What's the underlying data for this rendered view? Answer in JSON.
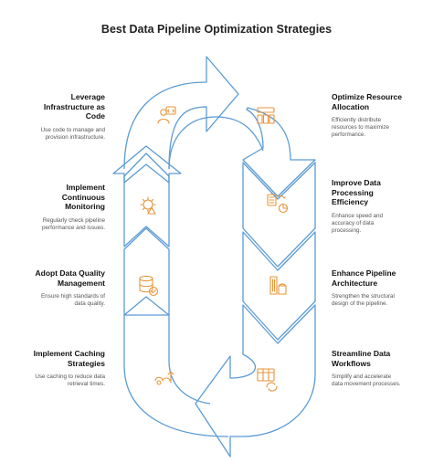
{
  "title": "Best Data Pipeline Optimization Strategies",
  "left_items": [
    {
      "heading": "Leverage Infrastructure as Code",
      "heading_lines": [
        "Leverage",
        "Infrastructure as",
        "Code"
      ],
      "description_lines": [
        "Use code to manage and",
        "provision infrastructure."
      ],
      "icon": "developer-code-icon"
    },
    {
      "heading": "Implement Continuous Monitoring",
      "heading_lines": [
        "Implement",
        "Continuous",
        "Monitoring"
      ],
      "description_lines": [
        "Regularly check pipeline",
        "performance and issues."
      ],
      "icon": "gear-warning-icon"
    },
    {
      "heading": "Adopt Data Quality Management",
      "heading_lines": [
        "Adopt Data Quality",
        "Management"
      ],
      "description_lines": [
        "Ensure high standards of",
        "data quality."
      ],
      "icon": "database-check-icon"
    },
    {
      "heading": "Implement Caching Strategies",
      "heading_lines": [
        "Implement Caching",
        "Strategies"
      ],
      "description_lines": [
        "Use caching to reduce data",
        "retrieval times."
      ],
      "icon": "cache-upload-icon"
    }
  ],
  "right_items": [
    {
      "heading": "Optimize Resource Allocation",
      "heading_lines": [
        "Optimize Resource",
        "Allocation"
      ],
      "description_lines": [
        "Efficiently distribute",
        "resources to maximize",
        "performance."
      ],
      "icon": "server-stack-icon"
    },
    {
      "heading": "Improve Data Processing Efficiency",
      "heading_lines": [
        "Improve Data",
        "Processing",
        "Efficiency"
      ],
      "description_lines": [
        "Enhance speed and",
        "accuracy of data",
        "processing."
      ],
      "icon": "document-chart-icon"
    },
    {
      "heading": "Enhance Pipeline Architecture",
      "heading_lines": [
        "Enhance Pipeline",
        "Architecture"
      ],
      "description_lines": [
        "Strengthen the structural",
        "design of the pipeline."
      ],
      "icon": "building-icon"
    },
    {
      "heading": "Streamline Data Workflows",
      "heading_lines": [
        "Streamline Data",
        "Workflows"
      ],
      "description_lines": [
        "Simplify and accelerate",
        "data movement processes."
      ],
      "icon": "table-refresh-icon"
    }
  ],
  "colors": {
    "outline": "#5b9bd5",
    "icon": "#e8953a",
    "heading": "#111111",
    "description": "#555555"
  }
}
